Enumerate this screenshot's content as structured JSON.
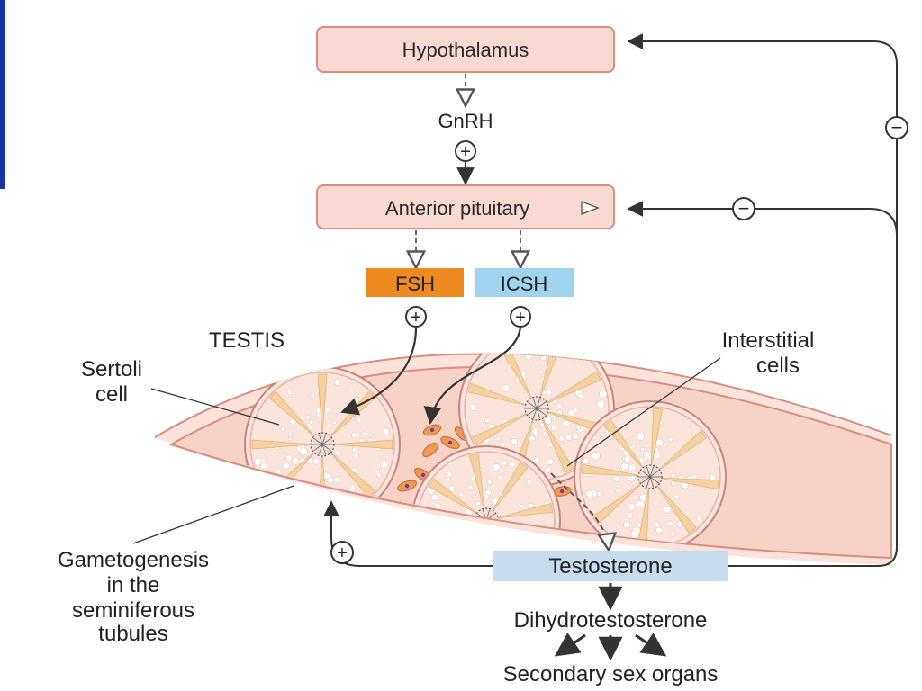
{
  "nodes": {
    "hypothalamus": "Hypothalamus",
    "gnrh": "GnRH",
    "anterior_pituitary": "Anterior pituitary",
    "fsh": "FSH",
    "icsh": "ICSH",
    "testis": "TESTIS",
    "sertoli": [
      "Sertoli",
      "cell"
    ],
    "interstitial": [
      "Interstitial",
      "cells"
    ],
    "gametogenesis": [
      "Gametogenesis",
      "in the",
      "seminiferous",
      "tubules"
    ],
    "testosterone": "Testosterone",
    "dihydrotestosterone": "Dihydrotestosterone",
    "secondary": "Secondary sex organs"
  },
  "signs": {
    "plus": "+",
    "minus": "−"
  },
  "colors": {
    "box_fill": "#f9d9d2",
    "box_stroke": "#d98c80",
    "fsh_fill": "#ee8a1f",
    "icsh_fill": "#9fd3ee",
    "testosterone_fill": "#c7ddef",
    "testis_fill": "#f6d2c7",
    "tubule_fill": "#fbe4dc",
    "ray_fill": "#f6d2a0",
    "cell_fill": "#ee9a55"
  }
}
